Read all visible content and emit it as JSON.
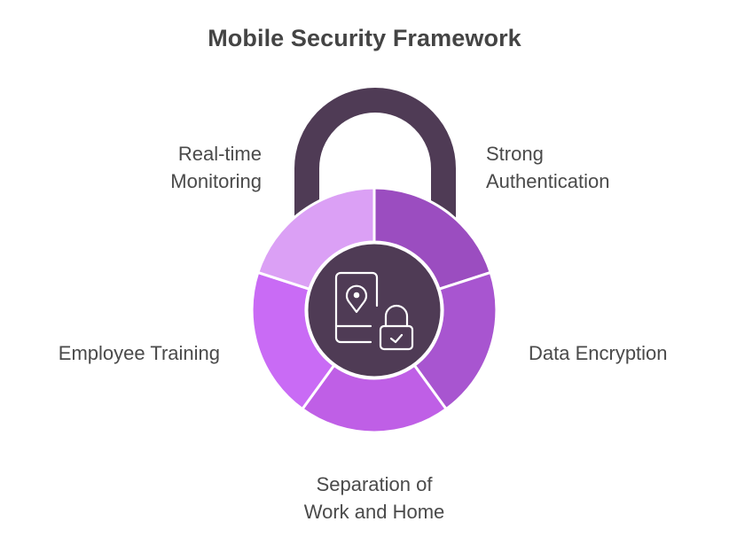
{
  "title": "Mobile Security Framework",
  "center_icon": "mobile-location-lock-icon",
  "colors": {
    "dark": "#4f3b55",
    "segment_strong_authentication": "#9b4dc0",
    "segment_data_encryption": "#a855d0",
    "segment_separation": "#bf5fe6",
    "segment_employee_training": "#c96bf5",
    "segment_realtime_monitoring": "#dba0f5",
    "text": "#4a4a4a",
    "title": "#444444"
  },
  "segments": [
    {
      "id": "strong-authentication",
      "line1": "Strong",
      "line2": "Authentication"
    },
    {
      "id": "data-encryption",
      "line1": "Data Encryption"
    },
    {
      "id": "separation",
      "line1": "Separation of",
      "line2": "Work and Home"
    },
    {
      "id": "employee-training",
      "line1": "Employee Training"
    },
    {
      "id": "realtime-monitoring",
      "line1": "Real-time",
      "line2": "Monitoring"
    }
  ]
}
